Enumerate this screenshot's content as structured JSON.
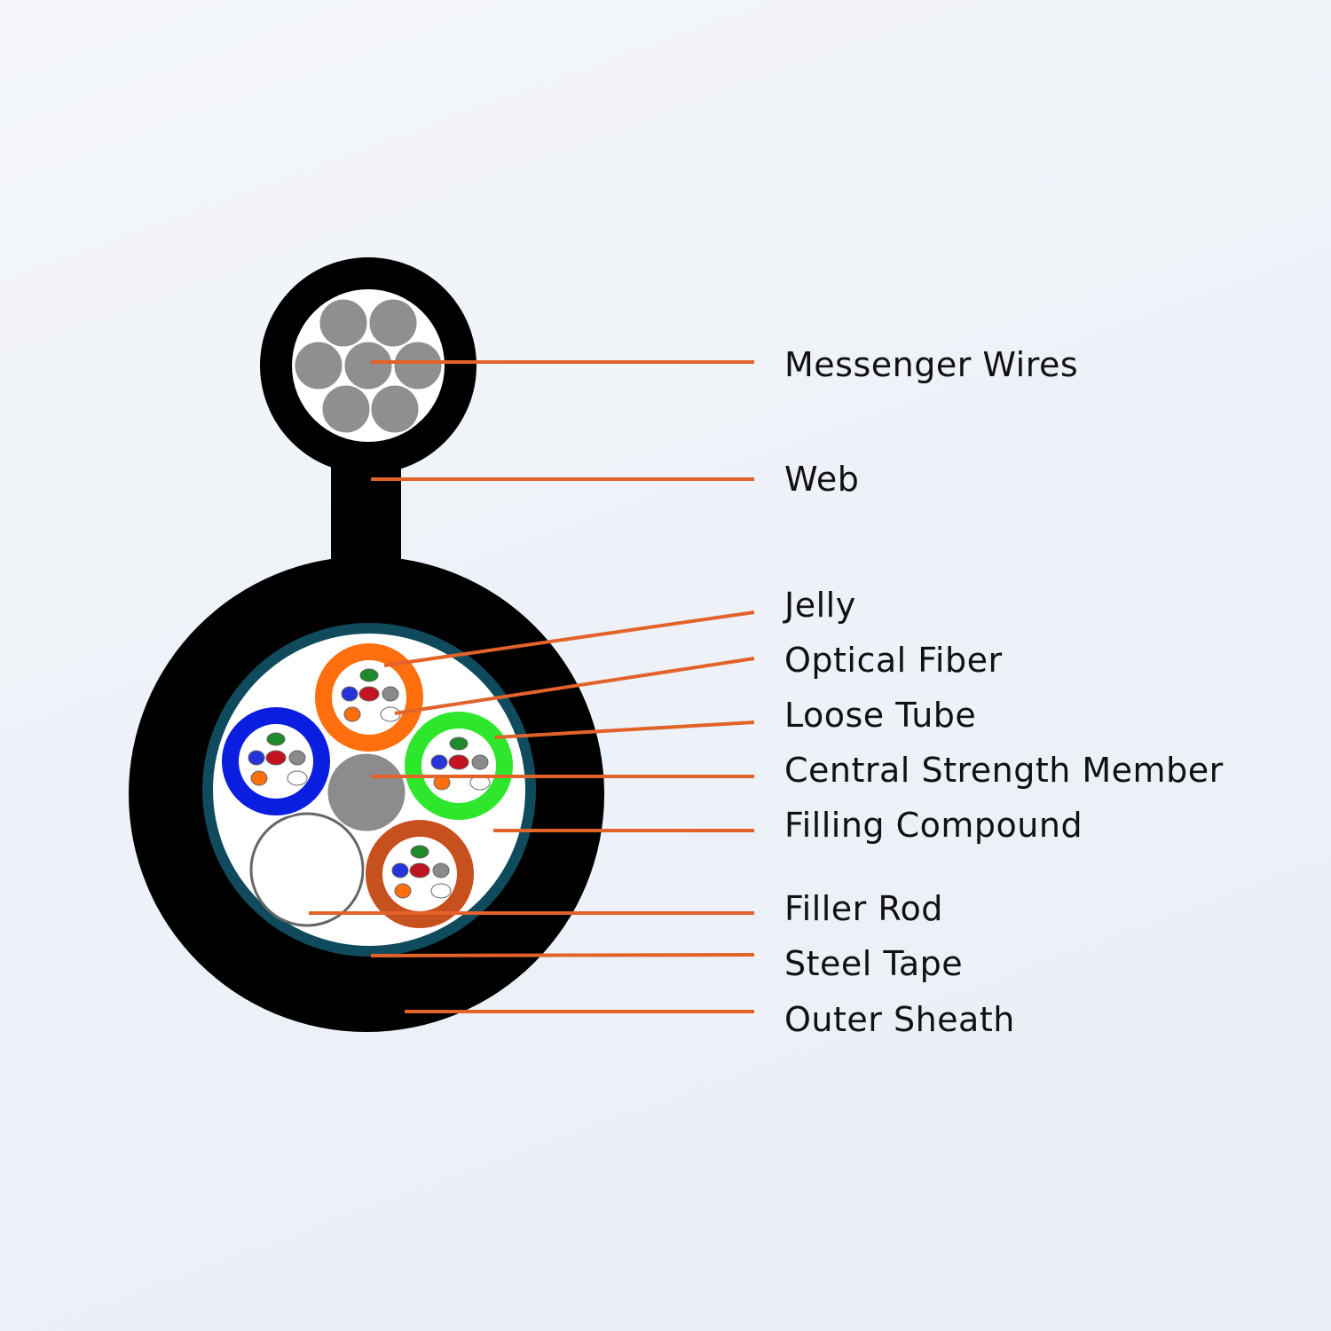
{
  "colors": {
    "leader": "#e3622a",
    "sheath": "#000000",
    "steel_tape": "#0f4b5c",
    "strength": "#8c8c8c"
  },
  "tubes": [
    {
      "name": "orange-loose-tube",
      "color": "#ff6f0e"
    },
    {
      "name": "blue-loose-tube",
      "color": "#0a1ee0"
    },
    {
      "name": "green-loose-tube",
      "color": "#2ee62c"
    },
    {
      "name": "brown-loose-tube",
      "color": "#c7501f"
    }
  ],
  "fiber_colors": [
    "#1f8a2a",
    "#2633d9",
    "#c21320",
    "#8a8a8a",
    "#ff6f0e",
    "#ffffff"
  ],
  "labels": [
    {
      "key": "messenger-wires",
      "text": "Messenger Wires"
    },
    {
      "key": "web",
      "text": "Web"
    },
    {
      "key": "jelly",
      "text": "Jelly"
    },
    {
      "key": "optical-fiber",
      "text": "Optical Fiber"
    },
    {
      "key": "loose-tube",
      "text": "Loose Tube"
    },
    {
      "key": "central-strength-member",
      "text": "Central Strength Member"
    },
    {
      "key": "filling-compound",
      "text": "Filling Compound"
    },
    {
      "key": "filler-rod",
      "text": "Filler Rod"
    },
    {
      "key": "steel-tape",
      "text": "Steel Tape"
    },
    {
      "key": "outer-sheath",
      "text": "Outer Sheath"
    }
  ]
}
